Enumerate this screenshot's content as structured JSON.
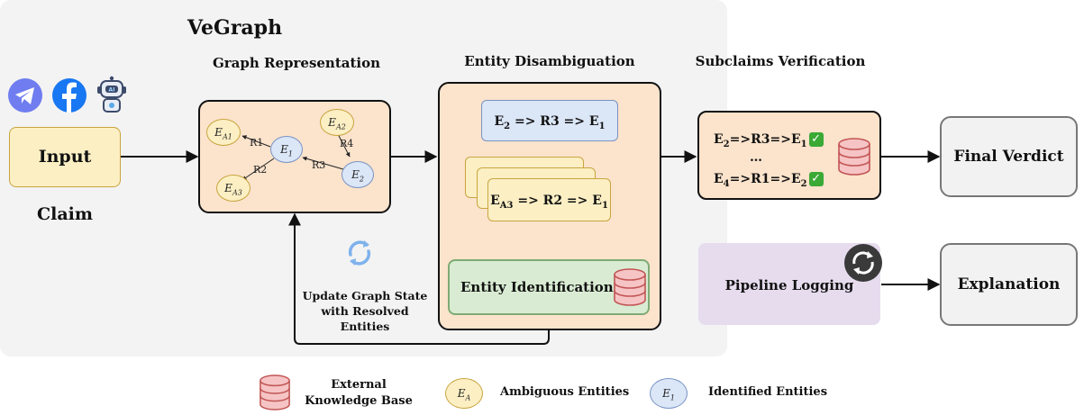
{
  "panel": {
    "title": "VeGraph"
  },
  "input": {
    "label": "Input Claim",
    "icons": [
      "telegram-icon",
      "facebook-icon",
      "ai-robot-icon"
    ]
  },
  "sections": {
    "graph_representation": "Graph Representation",
    "entity_disambiguation": "Entity Disambiguation",
    "subclaims_verification": "Subclaims Verification"
  },
  "graph": {
    "nodes": {
      "ea1": {
        "base": "E",
        "sub": "A1"
      },
      "ea2": {
        "base": "E",
        "sub": "A2"
      },
      "ea3": {
        "base": "E",
        "sub": "A3"
      },
      "e1": {
        "base": "E",
        "sub": "1"
      },
      "e2": {
        "base": "E",
        "sub": "2"
      }
    },
    "edges": {
      "r1": "R1",
      "r2": "R2",
      "r3": "R3",
      "r4": "R4"
    }
  },
  "disambiguation": {
    "triple_top": {
      "h": "E",
      "hs": "2",
      "mid": " => R3 => ",
      "t": "E",
      "ts": "1"
    },
    "triple_stack": {
      "h": "E",
      "hs": "A3",
      "mid": " => R2 => ",
      "t": "E",
      "ts": "1"
    },
    "identification": "Entity Identification"
  },
  "update_label": [
    "Update Graph State",
    "with Resolved Entities"
  ],
  "verification": {
    "line1": {
      "h": "E",
      "hs": "2",
      "mid": "=>R3=>",
      "t": "E",
      "ts": "1"
    },
    "ellipsis": "…",
    "line2": {
      "h": "E",
      "hs": "4",
      "mid": "=>R1=>",
      "t": "E",
      "ts": "2"
    },
    "check": "✓"
  },
  "logging": {
    "label": "Pipeline Logging"
  },
  "outputs": {
    "final_verdict": "Final Verdict",
    "explanation": "Explanation"
  },
  "legend": {
    "kb": [
      "External",
      "Knowledge Base"
    ],
    "ambiguous": {
      "symbol_base": "E",
      "symbol_sub": "A",
      "label": "Ambiguous Entities"
    },
    "identified": {
      "symbol_base": "E",
      "symbol_sub": "1",
      "label": "Identified Entities"
    }
  },
  "colors": {
    "panel": "#f3f3f3",
    "orange_box": "#fbe3cc",
    "yellow": "#fcefc4",
    "blue": "#dbe6f7",
    "green": "#d9ecd3",
    "purple": "#e6dcee",
    "grey_box": "#f2f2f2",
    "db": "#f6c4c4",
    "db_stroke": "#c25555"
  }
}
